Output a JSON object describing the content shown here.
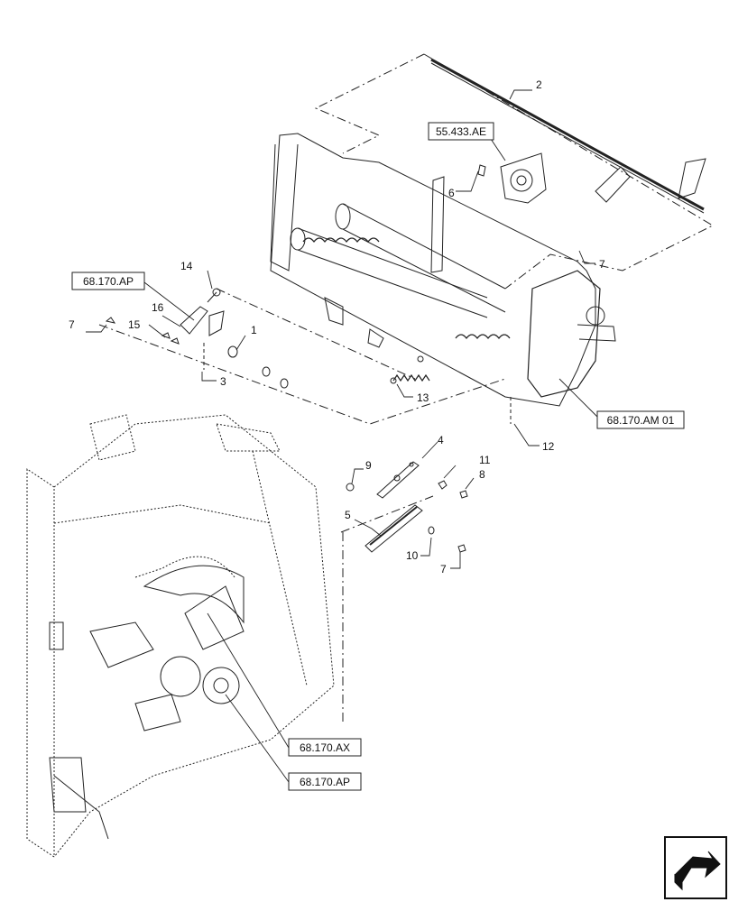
{
  "callouts": {
    "c1": "1",
    "c2": "2",
    "c3": "3",
    "c4": "4",
    "c5": "5",
    "c6": "6",
    "c7a": "7",
    "c7b": "7",
    "c7c": "7",
    "c8": "8",
    "c9": "9",
    "c10": "10",
    "c11": "11",
    "c12": "12",
    "c13": "13",
    "c14": "14",
    "c15": "15",
    "c16": "16"
  },
  "references": {
    "r_55433ae": "55.433.AE",
    "r_68170ap_top": "68.170.AP",
    "r_68170am01": "68.170.AM 01",
    "r_68170ax": "68.170.AX",
    "r_68170ap_bottom": "68.170.AP"
  },
  "nav_icon": "next-page-arrow-icon"
}
